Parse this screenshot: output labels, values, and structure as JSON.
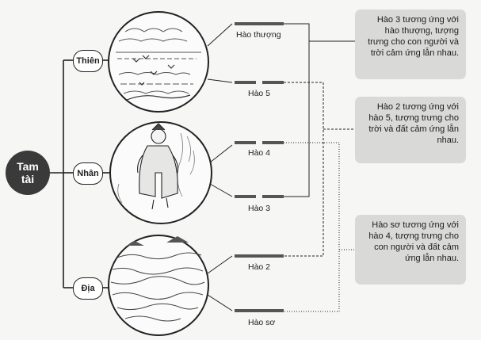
{
  "root": {
    "line1": "Tam",
    "line2": "tài"
  },
  "branches": {
    "thien": "Thiên",
    "nhan": "Nhân",
    "dia": "Địa"
  },
  "yao": [
    {
      "label": "Hào thượng",
      "type": "yang"
    },
    {
      "label": "Hào 5",
      "type": "yin"
    },
    {
      "label": "Hào 4",
      "type": "yin"
    },
    {
      "label": "Hào 3",
      "type": "yin"
    },
    {
      "label": "Hào 2",
      "type": "yang"
    },
    {
      "label": "Hào sơ",
      "type": "yang"
    }
  ],
  "notes": {
    "note1": "Hào 3 tương ứng với hào thượng, tượng trưng cho con người và trời cảm ứng lẫn nhau.",
    "note2": "Hào 2 tương ứng với hào 5, tượng trưng cho trời và đất cảm ứng lẫn nhau.",
    "note3": "Hào sơ tương ứng với hào 4, tượng trưng cho con người và đất cảm ứng lẫn nhau."
  },
  "colors": {
    "line": "#222222",
    "bar": "#555555",
    "note_bg": "#d9d9d7",
    "root_bg": "#3a3a3a"
  }
}
